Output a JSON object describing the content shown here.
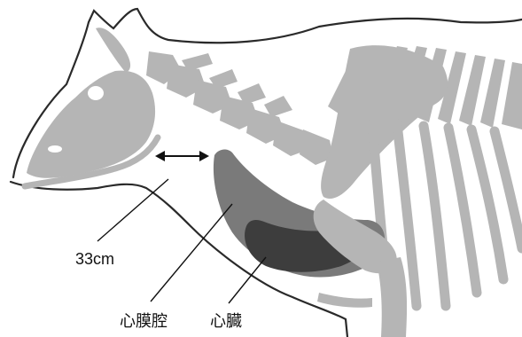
{
  "labels": {
    "measurement": "33cm",
    "pericardial_cavity": "心膜腔",
    "heart": "心臓"
  },
  "colors": {
    "outline": "#2a2a2a",
    "bone": "#b5b5b5",
    "pericardium": "#7a7a7a",
    "heart": "#3d3d3d",
    "leader": "#111111",
    "background": "#ffffff"
  },
  "icons": {
    "measurement_marker": "double-headed-arrow"
  }
}
